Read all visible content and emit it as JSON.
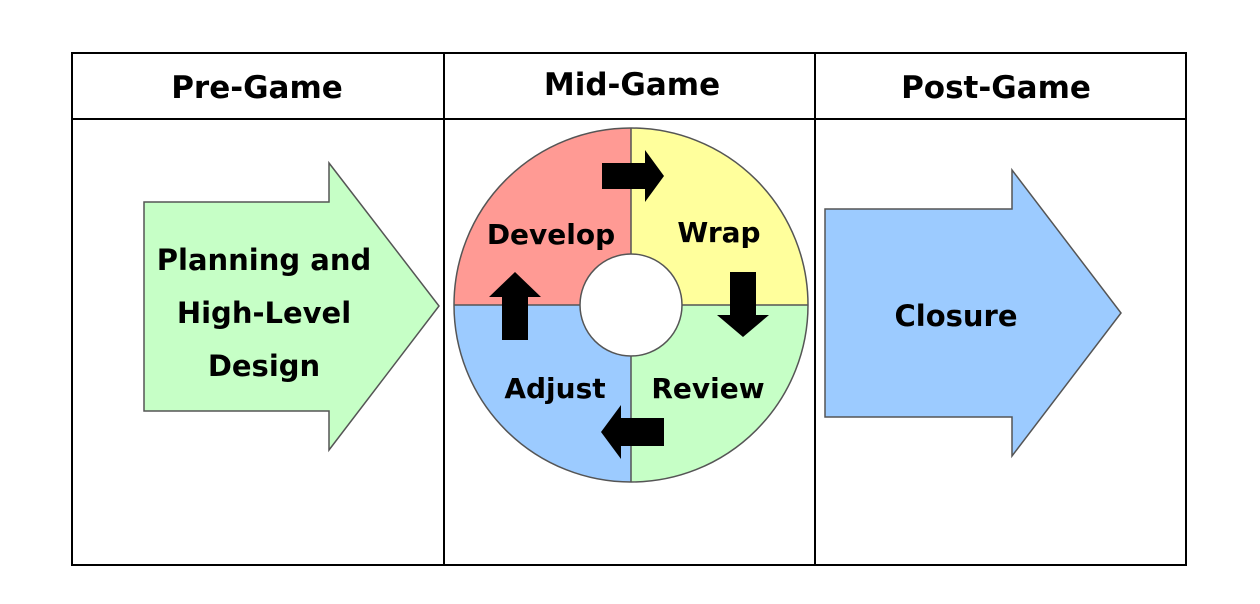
{
  "headers": {
    "pre": "Pre-Game",
    "mid": "Mid-Game",
    "post": "Post-Game"
  },
  "pre_game": {
    "line1": "Planning and",
    "line2": "High-Level",
    "line3": "Design"
  },
  "mid_game": {
    "develop": "Develop",
    "wrap": "Wrap",
    "review": "Review",
    "adjust": "Adjust"
  },
  "post_game": {
    "label": "Closure"
  },
  "colors": {
    "develop": "#ff9a94",
    "wrap": "#ffff9c",
    "review": "#c6ffc6",
    "adjust": "#9ccbff",
    "pre_arrow": "#c6ffc6",
    "post_arrow": "#9ccbff"
  }
}
